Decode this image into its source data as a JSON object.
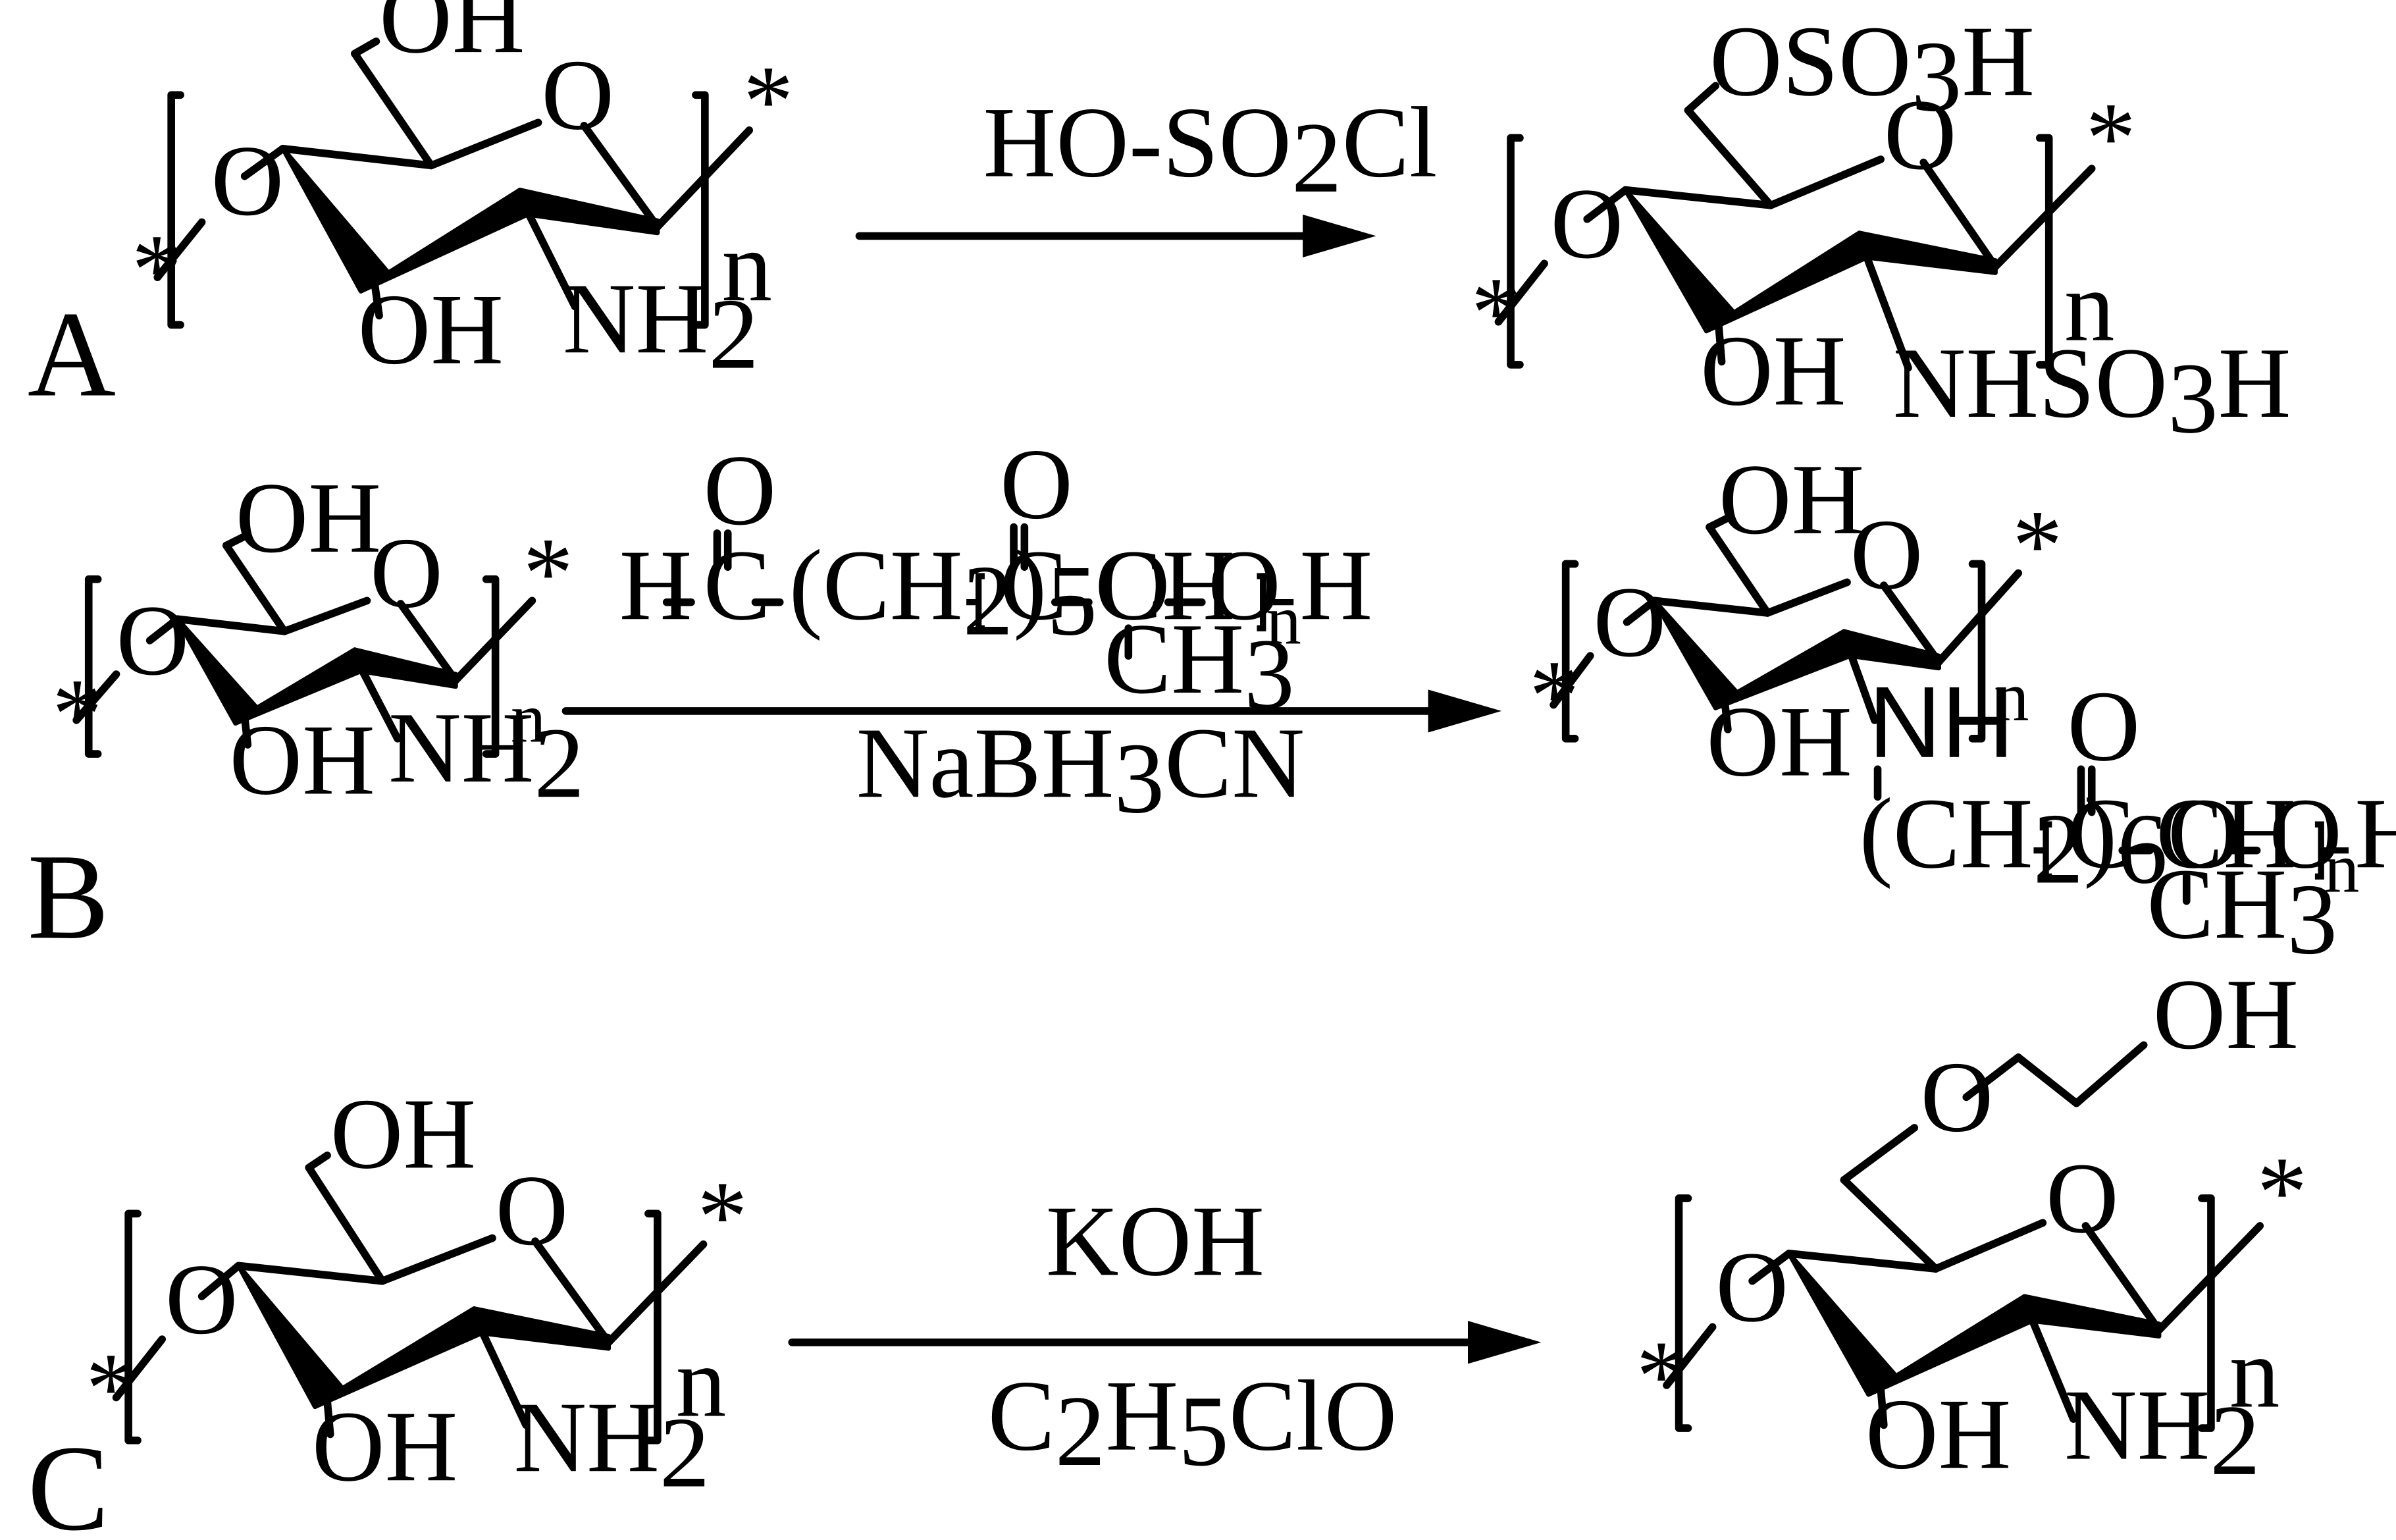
{
  "panels": {
    "A": {
      "label": "A",
      "reagent": "HO-SO",
      "reagent_sub": "2",
      "reagent_tail": "Cl",
      "reactant": {
        "c6": "OH",
        "c3": "OH",
        "c2": "NH",
        "c2_sub": "2",
        "ring_o": "O",
        "link_o": "O",
        "star_l": "*",
        "star_r": "*",
        "repeat": "n"
      },
      "product": {
        "c6": "OSO",
        "c6_sub": "3",
        "c6_tail": "H",
        "c3": "OH",
        "c2": "NHSO",
        "c2_sub": "3",
        "c2_tail": "H",
        "ring_o": "O",
        "link_o": "O",
        "star_l": "*",
        "star_r": "*",
        "repeat": "n"
      }
    },
    "B": {
      "label": "B",
      "reagent_above": {
        "h": "H",
        "c1": "C",
        "o1": "O",
        "chain": "(CH",
        "chain_sub": "2",
        "chain_tail": ")",
        "chain_sub2": "5",
        "chain_o": "O",
        "c2": "C",
        "o2": "O",
        "ch": "CH",
        "o3": "O",
        "methyl": "CH",
        "methyl_sub": "3",
        "repeat": "n",
        "end_h": "H"
      },
      "reagent_below": "NaBH",
      "reagent_below_sub": "3",
      "reagent_below_tail": "CN",
      "reactant": {
        "c6": "OH",
        "c3": "OH",
        "c2": "NH",
        "c2_sub": "2",
        "ring_o": "O",
        "link_o": "O",
        "star_l": "*",
        "star_r": "*",
        "repeat": "n"
      },
      "product": {
        "c6": "OH",
        "c3": "OH",
        "nh": "NH",
        "chain": "(CH",
        "chain_sub": "2",
        "chain_tail": ")",
        "chain_sub2": "6",
        "chain_o": "O",
        "c2": "C",
        "o2": "O",
        "ch": "CH",
        "o3": "O",
        "methyl": "CH",
        "methyl_sub": "3",
        "pla_repeat": "n",
        "end_h": "H",
        "ring_o": "O",
        "link_o": "O",
        "star_l": "*",
        "star_r": "*",
        "repeat": "n"
      }
    },
    "C": {
      "label": "C",
      "reagent_above": "KOH",
      "reagent_below": "C",
      "reagent_below_sub1": "2",
      "reagent_below_h": "H",
      "reagent_below_sub2": "5",
      "reagent_below_tail": "ClO",
      "reactant": {
        "c6": "OH",
        "c3": "OH",
        "c2": "NH",
        "c2_sub": "2",
        "ring_o": "O",
        "link_o": "O",
        "star_l": "*",
        "star_r": "*",
        "repeat": "n"
      },
      "product": {
        "ether_o": "O",
        "oh": "OH",
        "c3": "OH",
        "c2": "NH",
        "c2_sub": "2",
        "ring_o": "O",
        "link_o": "O",
        "star_l": "*",
        "star_r": "*",
        "repeat": "n"
      }
    }
  }
}
